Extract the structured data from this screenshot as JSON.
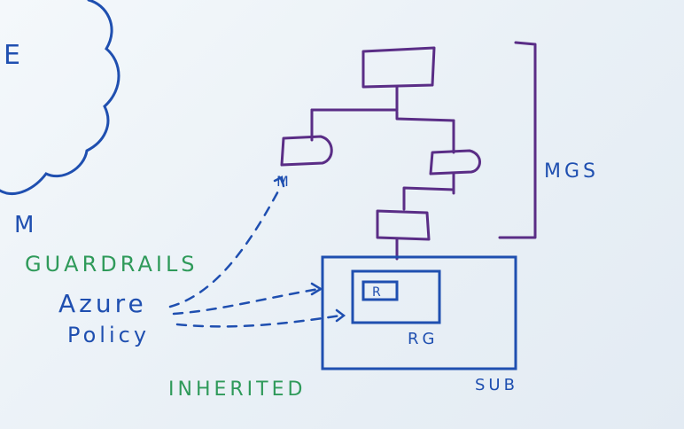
{
  "labels": {
    "cloud_fragment": "E",
    "left_m": "M",
    "mgs": "MGS",
    "guardrails": "GUARDRAILS",
    "azure": "Azure",
    "policy": "Policy",
    "inherited": "INHERITED",
    "rg": "RG",
    "sub": "SUB",
    "inner_r": "R",
    "arrow_m": "M"
  },
  "colors": {
    "blue_ink": "#1f4fb0",
    "purple_ink": "#5a2d86",
    "green_ink": "#2f9a5a"
  }
}
